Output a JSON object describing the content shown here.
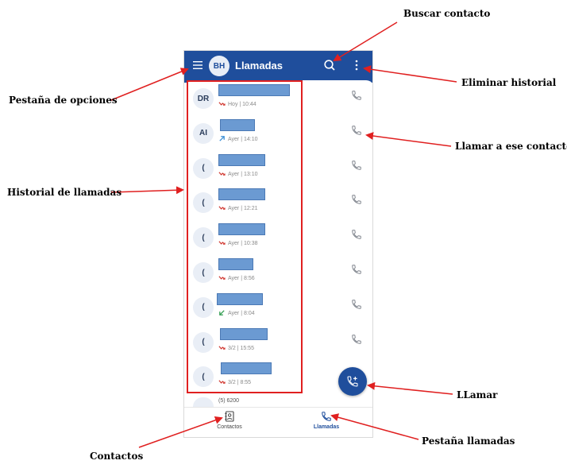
{
  "app": {
    "title": "Llamadas",
    "user_initials": "BH",
    "brand_color": "#1f4e9c",
    "icons": {
      "menu": "hamburger-icon",
      "search": "search-icon",
      "more": "more-vert-icon",
      "call": "phone-icon",
      "fab": "phone-add-icon"
    }
  },
  "calls": [
    {
      "initials": "DR",
      "direction": "missed",
      "time": "Hoy | 10:44"
    },
    {
      "initials": "AI",
      "direction": "outgoing",
      "time": "Ayer | 14:10"
    },
    {
      "initials": "(",
      "direction": "missed",
      "time": "Ayer | 13:10"
    },
    {
      "initials": "(",
      "direction": "missed",
      "time": "Ayer | 12:21"
    },
    {
      "initials": "(",
      "direction": "missed",
      "time": "Ayer | 10:38"
    },
    {
      "initials": "(",
      "direction": "missed",
      "time": "Ayer | 8:56"
    },
    {
      "initials": "(",
      "direction": "incoming",
      "time": "Ayer | 8:04"
    },
    {
      "initials": "(",
      "direction": "missed",
      "time": "3/2 | 15:55"
    },
    {
      "initials": "(",
      "direction": "missed",
      "time": "3/2 | 8:55"
    }
  ],
  "partial_row": {
    "text": "(5) 6200"
  },
  "bottom_nav": {
    "contacts": "Contactos",
    "calls": "Llamadas"
  },
  "annotations": {
    "buscar": "Buscar contacto",
    "eliminar": "Eliminar historial",
    "opciones": "Pestaña de opciones",
    "llamar_contacto": "Llamar a ese contacto",
    "historial": "Historial de llamadas",
    "llamar": "LLamar",
    "contactos": "Contactos",
    "pestana_llamadas": "Pestaña llamadas"
  }
}
